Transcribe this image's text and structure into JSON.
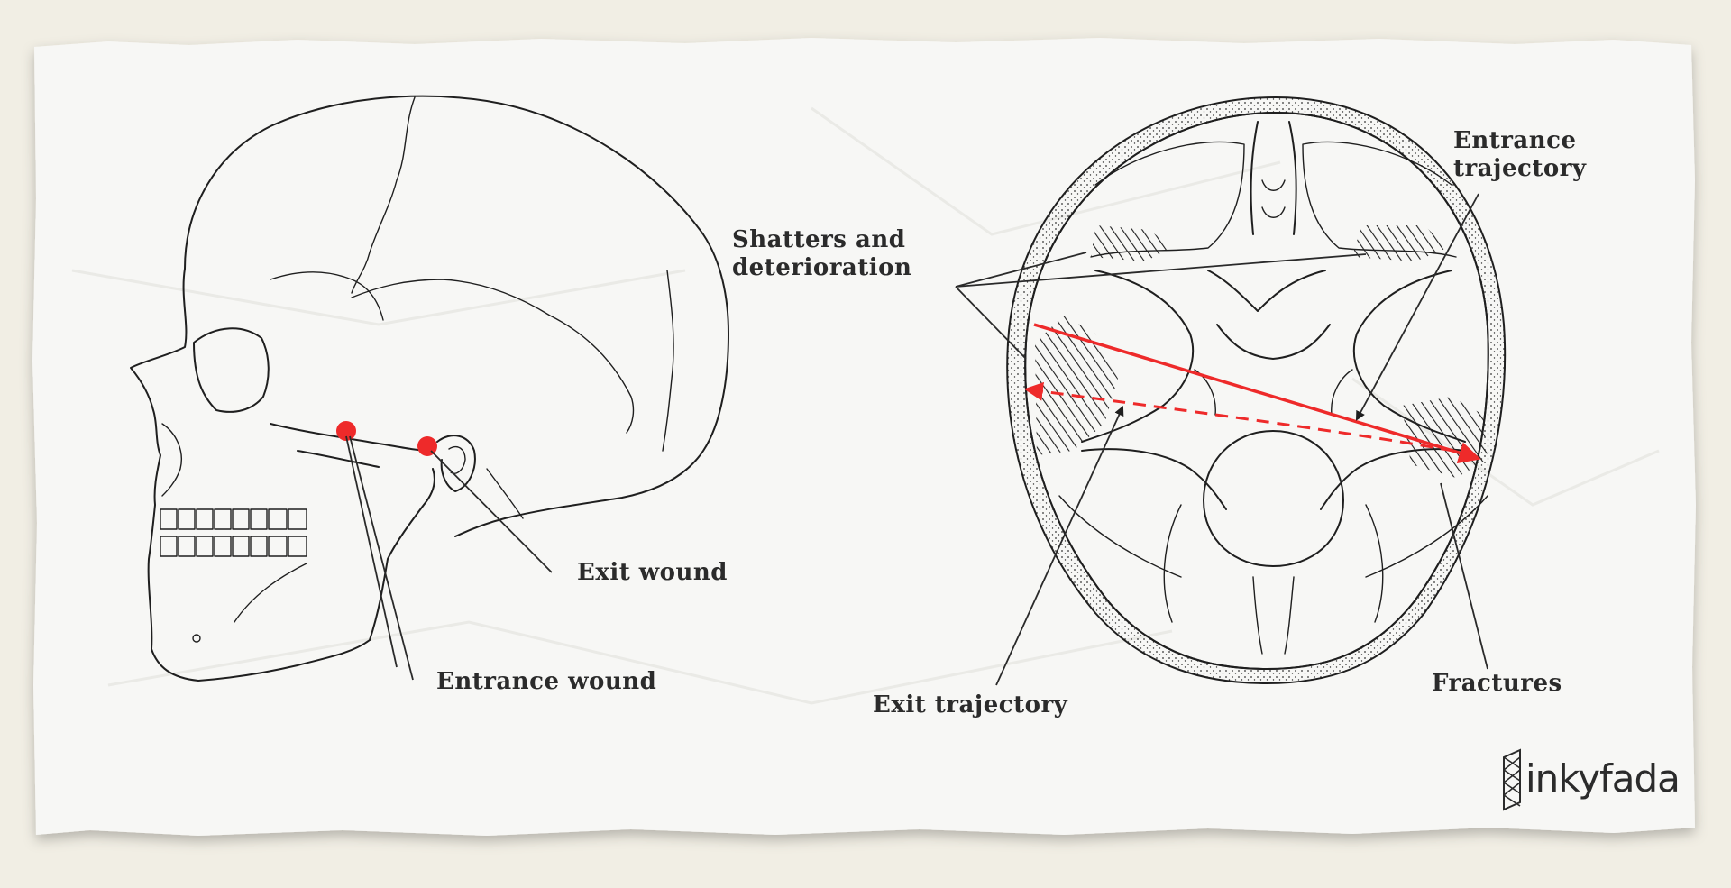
{
  "labels": {
    "exit_wound": "Exit wound",
    "entrance_wound": "Entrance wound",
    "shatters_line1": "Shatters and",
    "shatters_line2": "deterioration",
    "entrance_trajectory_line1": "Entrance",
    "entrance_trajectory_line2": "trajectory",
    "exit_trajectory": "Exit trajectory",
    "fractures": "Fractures"
  },
  "brand": {
    "name": "inkyfada"
  },
  "colors": {
    "paper": "#f7f7f5",
    "background": "#f1eee4",
    "ink": "#1f1f1f",
    "wound_marker": "#ee2a2a",
    "trajectory": "#ee2a2a"
  },
  "icons": [
    "brand-logo-icon",
    "arrow-head-icon"
  ]
}
